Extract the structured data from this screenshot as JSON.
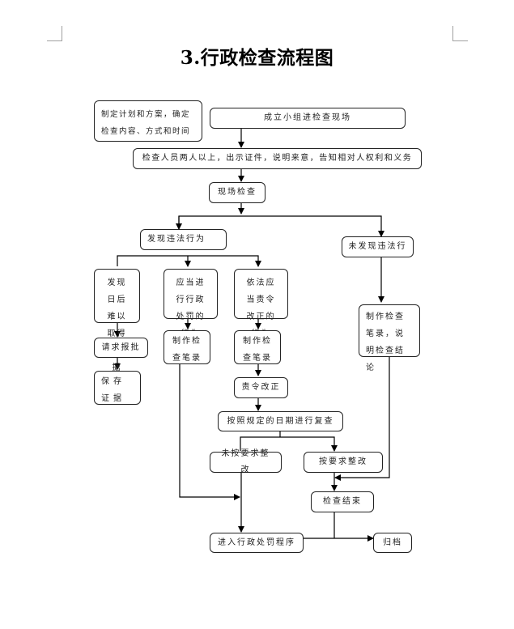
{
  "title": "3.行政检查流程图",
  "nodes": {
    "plan": "制定计划和方案，确定检查内容、方式和时间",
    "form_group": "成立小组进检查现场",
    "show_id": "检查人员两人以上，出示证件，说明来意，告知相对人权利和义务",
    "onsite": "现场检查",
    "found_violation": "发现违法行为",
    "not_found": "未发现违法行",
    "hard_evidence": "发现日后难以取得的证据",
    "admin_penalty": "应当进行行政处罚的行为",
    "order_correct": "依法应当责令改正的行为",
    "record_conclusion": "制作检查笔录，说明检查结论",
    "request_approval": "请求报批",
    "record_a": "制作检查笔录",
    "record_b": "制作检查笔录",
    "preserve": "保存证据",
    "correct": "责令改正",
    "recheck": "按照规定的日期进行复查",
    "not_corrected": "未按要求整改",
    "corrected": "按要求整改",
    "end": "检查结束",
    "penalty_proc": "进入行政处罚程序",
    "archive": "归档"
  }
}
